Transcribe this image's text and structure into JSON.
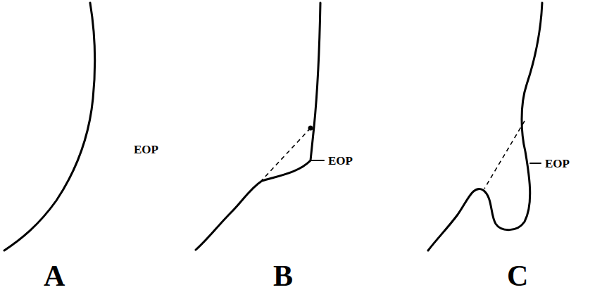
{
  "diagram": {
    "labels": [
      "EOP",
      "EOP",
      "EOP",
      "A",
      "B",
      "C"
    ]
  }
}
